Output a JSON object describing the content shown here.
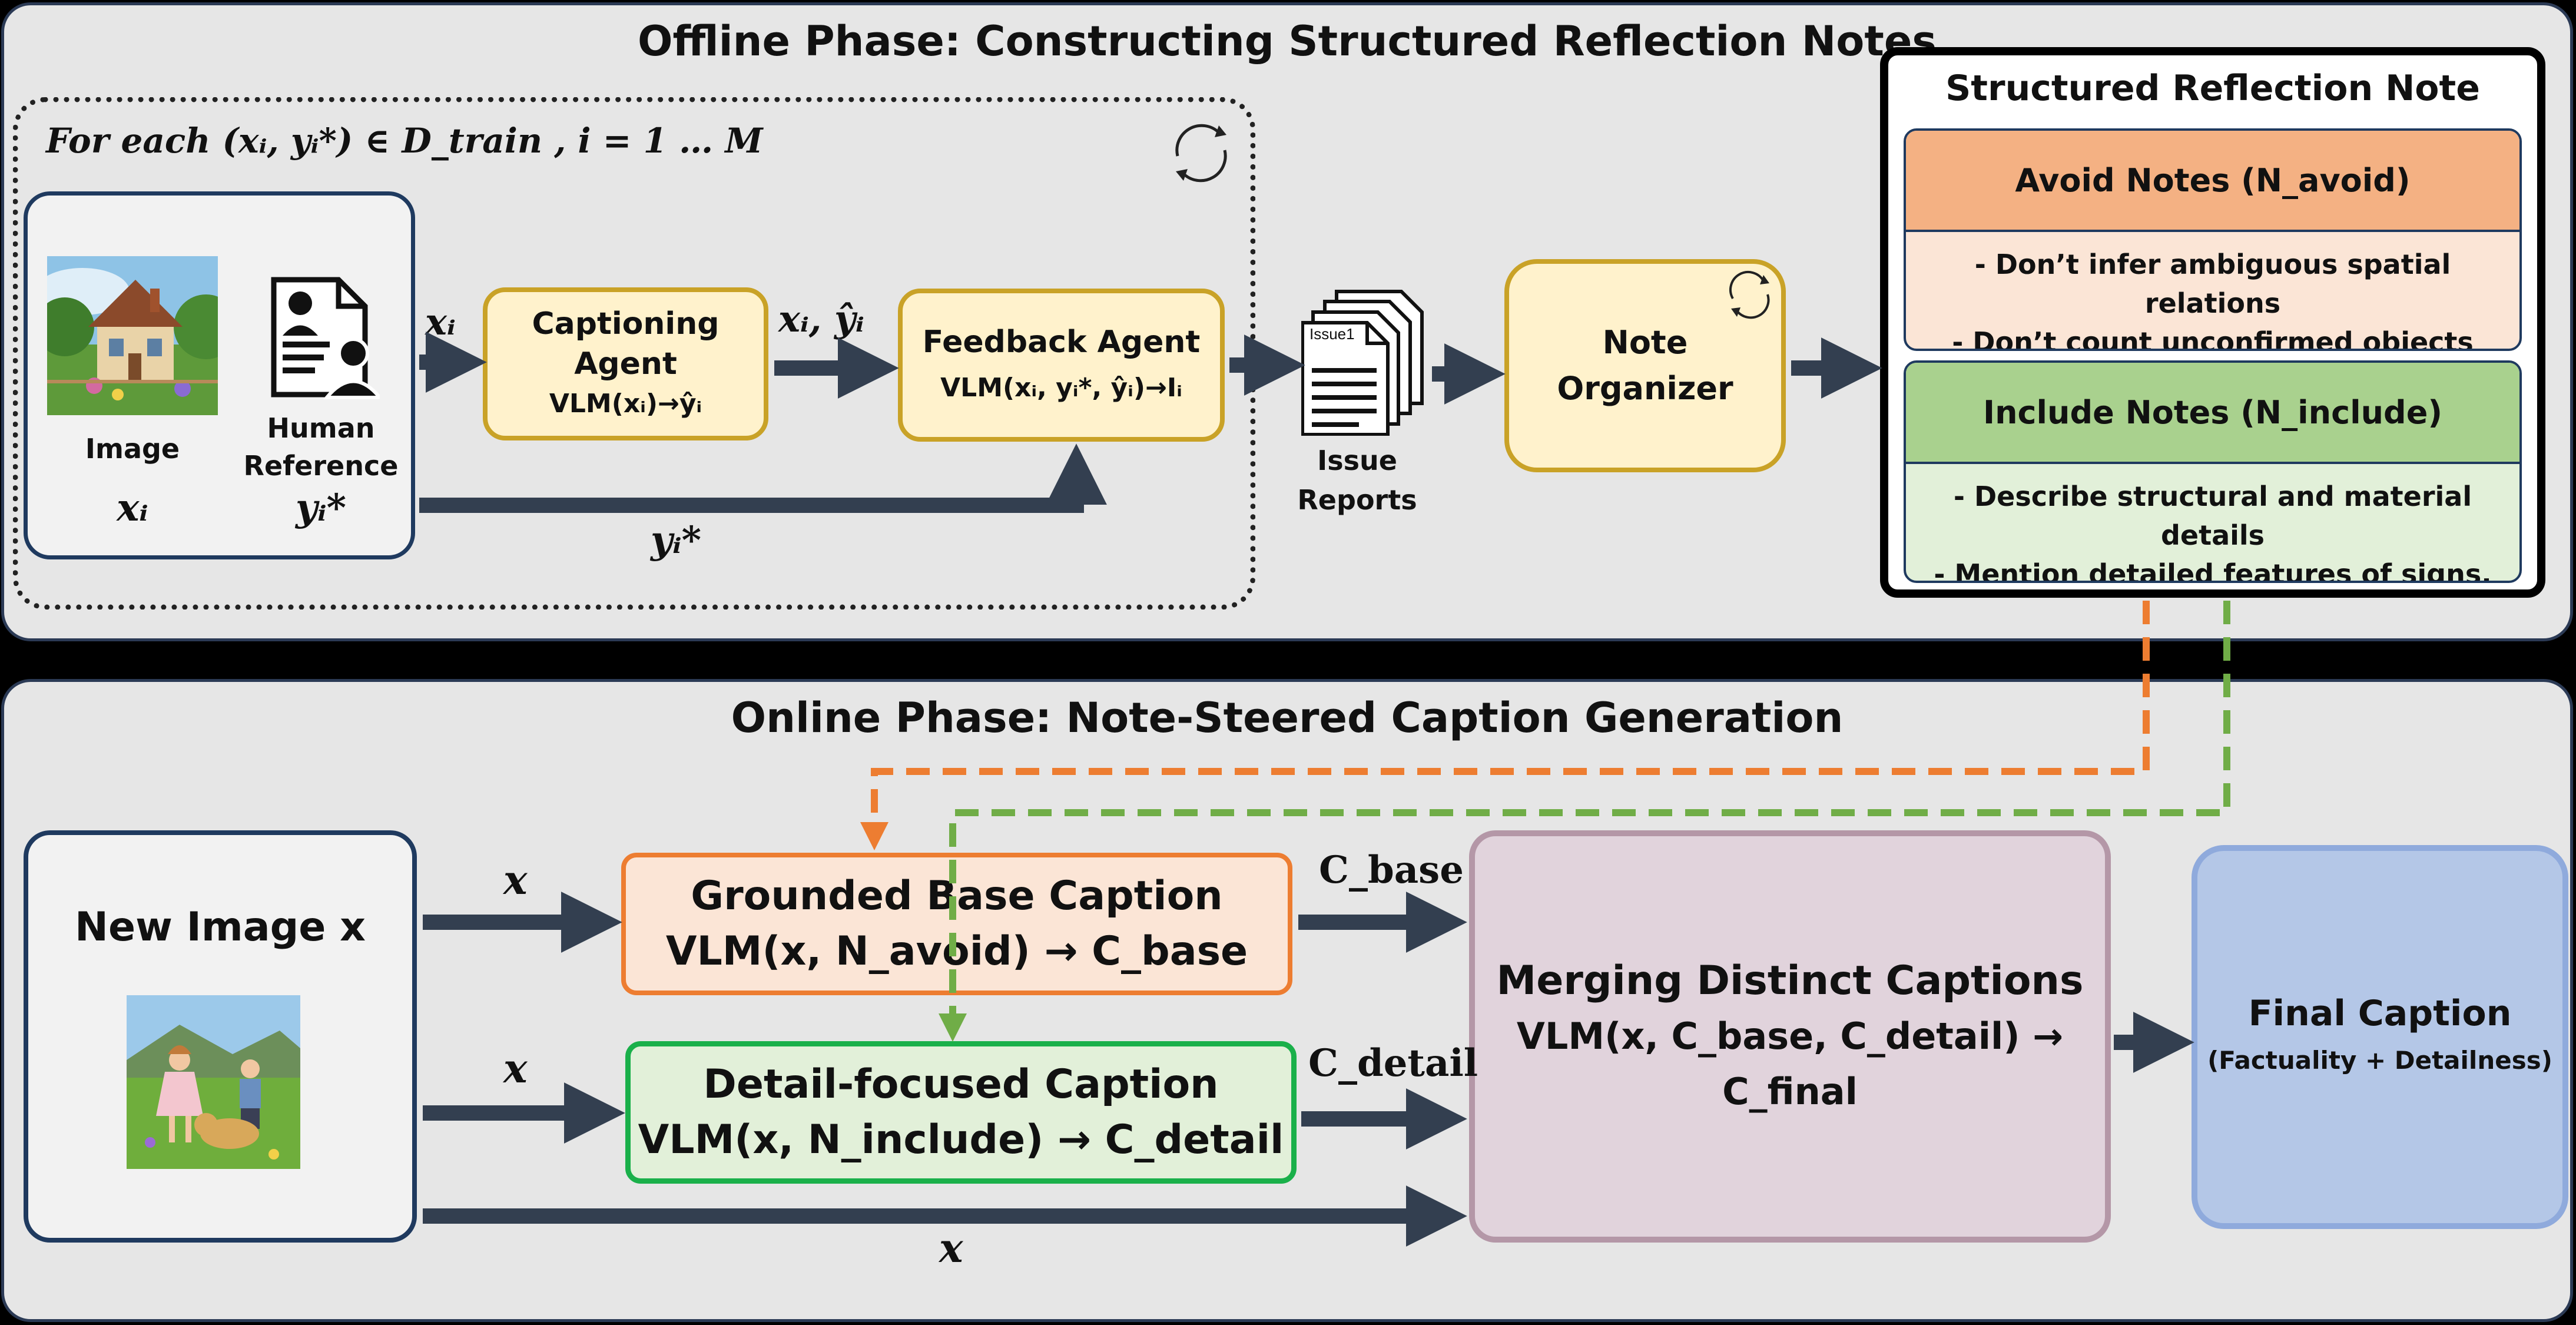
{
  "offline": {
    "title": "Offline Phase: Constructing Structured Reflection Notes",
    "loop_label": "For each (xᵢ, yᵢ*) ∈ D_train ,  i = 1  … M",
    "image_label": "Image",
    "image_var": "xᵢ",
    "human_ref_label_1": "Human",
    "human_ref_label_2": "Reference",
    "human_ref_var": "yᵢ*",
    "arrow_x": "xᵢ",
    "arrow_xy": "xᵢ,  ŷᵢ",
    "arrow_y": "yᵢ*",
    "captioning_agent": {
      "line1": "Captioning",
      "line2": "Agent",
      "formula": "VLM(xᵢ)→ŷᵢ"
    },
    "feedback_agent": {
      "line1": "Feedback Agent",
      "formula": "VLM(xᵢ, yᵢ*, ŷᵢ)→Iᵢ"
    },
    "issue_doc_label": "Issue1",
    "issue_reports_1": "Issue",
    "issue_reports_2": "Reports",
    "note_organizer_1": "Note",
    "note_organizer_2": "Organizer"
  },
  "reflection_note": {
    "title": "Structured Reflection Note",
    "avoid_header": "Avoid Notes (N_avoid)",
    "avoid_items": [
      "- Don’t infer ambiguous spatial relations",
      "- Don’t count unconfirmed objects"
    ],
    "include_header": "Include Notes (N_include)",
    "include_items": [
      "- Describe structural and material details",
      "- Mention detailed features of signs, text"
    ]
  },
  "online": {
    "title": "Online Phase: Note-Steered Caption Generation",
    "new_image": "New Image x",
    "arrow_x": "x",
    "grounded": {
      "line1": "Grounded Base Caption",
      "formula": "VLM(x, N_avoid) → C_base"
    },
    "detail": {
      "line1": "Detail-focused Caption",
      "formula": "VLM(x, N_include) → C_detail"
    },
    "c_base": "C_base",
    "c_detail": "C_detail",
    "merging": {
      "line1": "Merging Distinct Captions",
      "formula": "VLM(x, C_base, C_detail) → C_final"
    },
    "final": {
      "line1": "Final Caption",
      "line2": "(Factuality + Detailness)"
    }
  },
  "colors": {
    "panel_bg": "#e6e6e6",
    "panel_border": "#2b3a55",
    "agent_fill": "#fff2cc",
    "agent_border": "#c9a227",
    "avoid_header": "#f4b183",
    "avoid_body": "#fbe5d6",
    "include_header": "#a9d18e",
    "include_body": "#e2f0d9",
    "orange": "#ed7d31",
    "green": "#70ad47",
    "merge_fill": "#e1d3dc",
    "merge_border": "#b497a7",
    "final_fill": "#b4c7e7",
    "final_border": "#8faadc",
    "arrow": "#333f50"
  }
}
